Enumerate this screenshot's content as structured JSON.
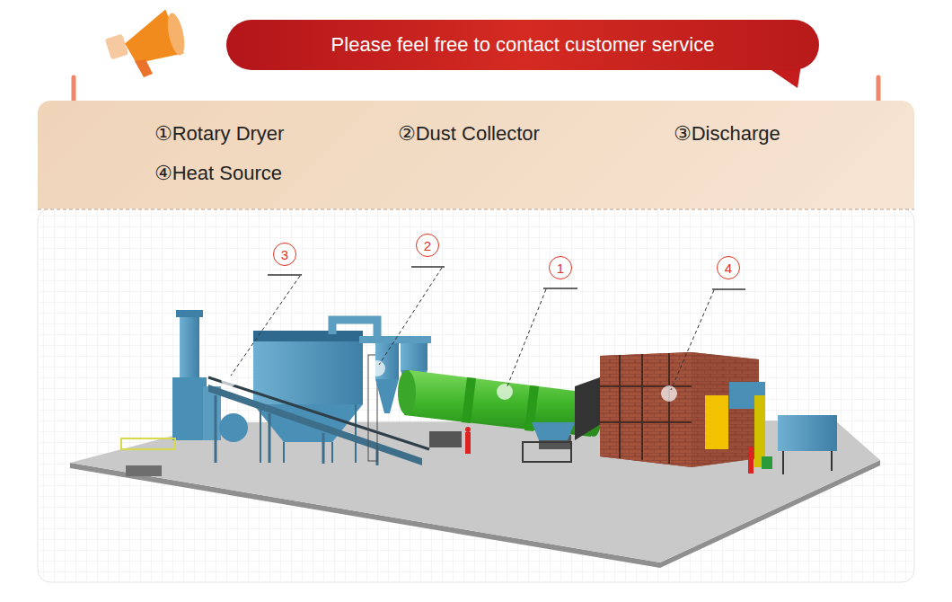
{
  "diagram": {
    "nodes": [
      {
        "text": [
          "Please feel free to contact customer service"
        ]
      },
      {
        "text": [
          "①Rotary Dryer",
          "②Dust Collector",
          "③Discharge",
          "④Heat Source"
        ]
      },
      {
        "text": [
          "3"
        ]
      },
      {
        "text": [
          "2"
        ]
      },
      {
        "text": [
          "1"
        ]
      },
      {
        "text": [
          "4"
        ]
      }
    ]
  }
}
